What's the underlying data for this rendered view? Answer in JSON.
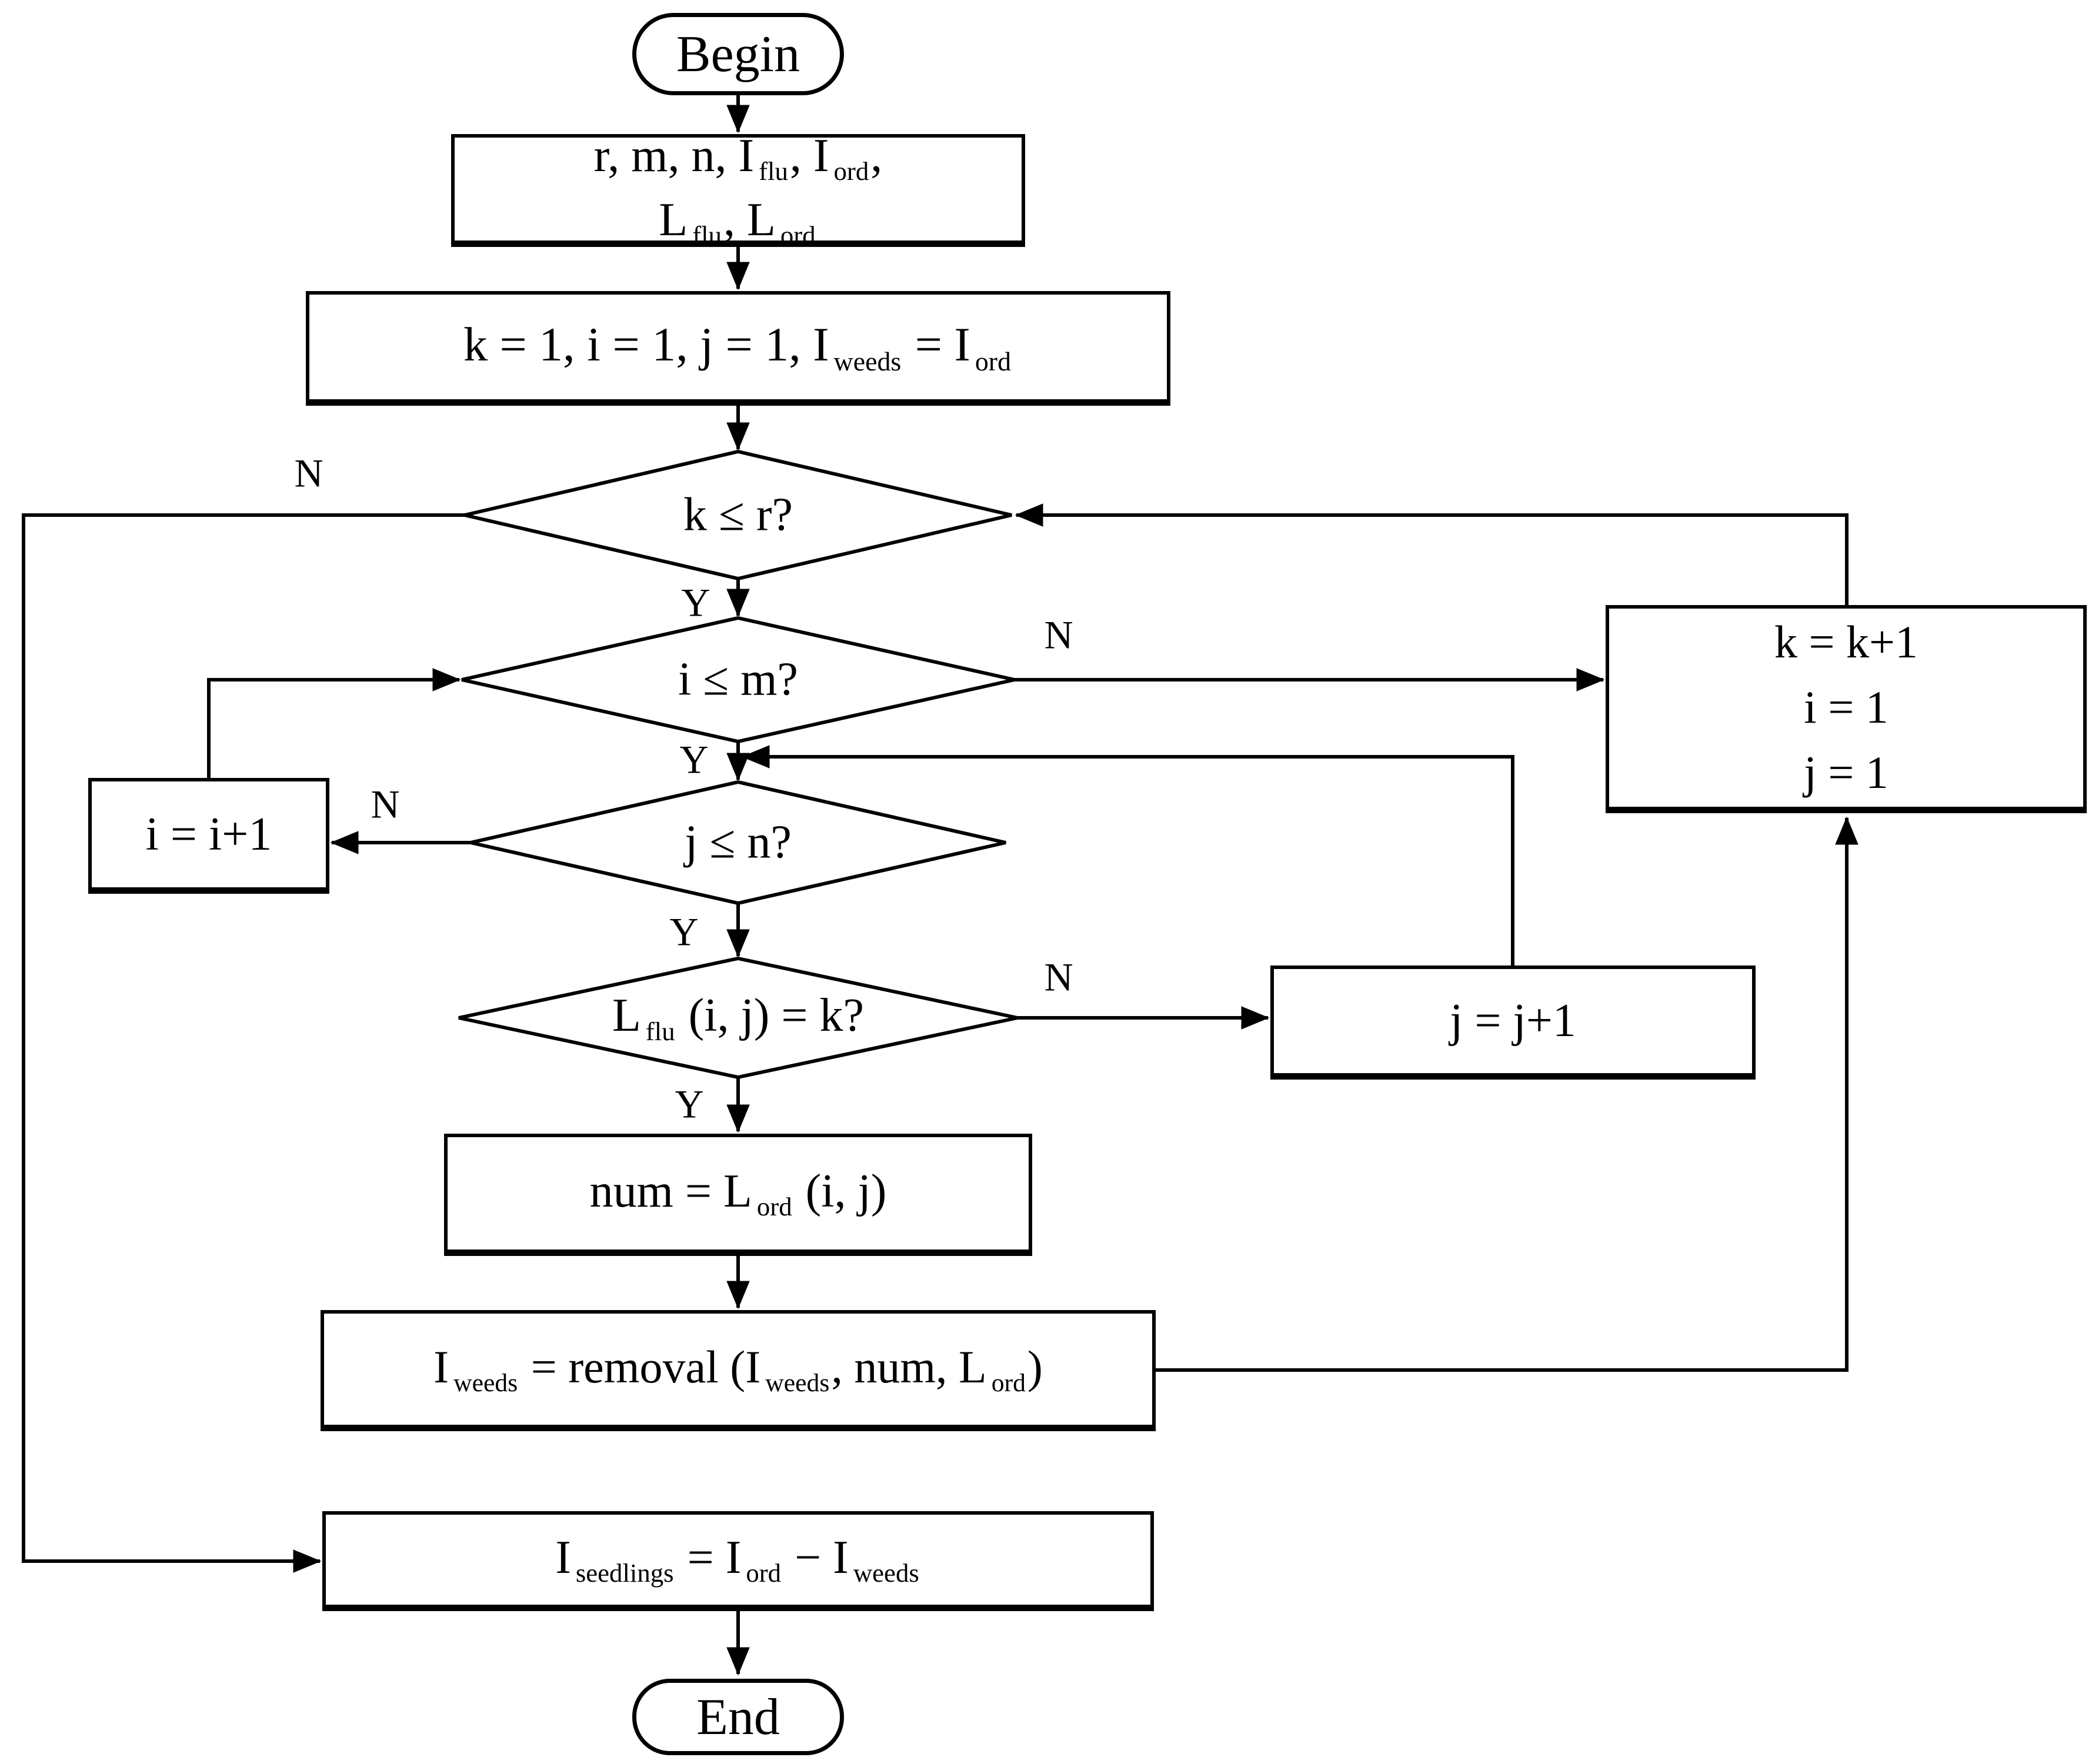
{
  "figure": {
    "type": "flowchart",
    "background": "#ffffff",
    "ink": "#000000"
  },
  "nodes": {
    "begin": {
      "label": "Begin"
    },
    "input": {
      "line1": [
        {
          "t": "r, m, n, I"
        },
        {
          "s": "flu"
        },
        {
          "t": ", I"
        },
        {
          "s": "ord"
        },
        {
          "t": ","
        }
      ],
      "line2": [
        {
          "t": "L"
        },
        {
          "s": "flu"
        },
        {
          "t": ", L"
        },
        {
          "s": "ord"
        }
      ]
    },
    "init": {
      "segments": [
        {
          "t": "k = 1, i = 1, j = 1, I"
        },
        {
          "s": "weeds"
        },
        {
          "t": " = I"
        },
        {
          "s": "ord"
        }
      ]
    },
    "cond_k": {
      "label": "k ≤ r?"
    },
    "cond_i": {
      "label": "i ≤ m?"
    },
    "cond_j": {
      "label": "j ≤ n?"
    },
    "cond_match": {
      "segments": [
        {
          "t": "L"
        },
        {
          "s": "flu"
        },
        {
          "t": " (i, j) = k?"
        }
      ]
    },
    "assign_num": {
      "segments": [
        {
          "t": "num = L"
        },
        {
          "s": "ord"
        },
        {
          "t": " (i, j)"
        }
      ]
    },
    "removal": {
      "segments": [
        {
          "t": "I"
        },
        {
          "s": "weeds"
        },
        {
          "t": " = removal (I"
        },
        {
          "s": "weeds"
        },
        {
          "t": ", num, L"
        },
        {
          "s": "ord"
        },
        {
          "t": ")"
        }
      ]
    },
    "seedlings": {
      "segments": [
        {
          "t": "I"
        },
        {
          "s": "seedlings"
        },
        {
          "t": " = I"
        },
        {
          "s": "ord"
        },
        {
          "t": " − I"
        },
        {
          "s": "weeds"
        }
      ]
    },
    "inc_k": {
      "lines": [
        "k = k+1",
        "i = 1",
        "j = 1"
      ]
    },
    "inc_i": {
      "label": "i = i+1"
    },
    "inc_j": {
      "label": "j = j+1"
    },
    "end": {
      "label": "End"
    }
  },
  "branches": {
    "k_no": "N",
    "k_yes": "Y",
    "i_no": "N",
    "i_yes": "Y",
    "j_no": "N",
    "j_yes": "Y",
    "match_no": "N",
    "match_yes": "Y"
  }
}
